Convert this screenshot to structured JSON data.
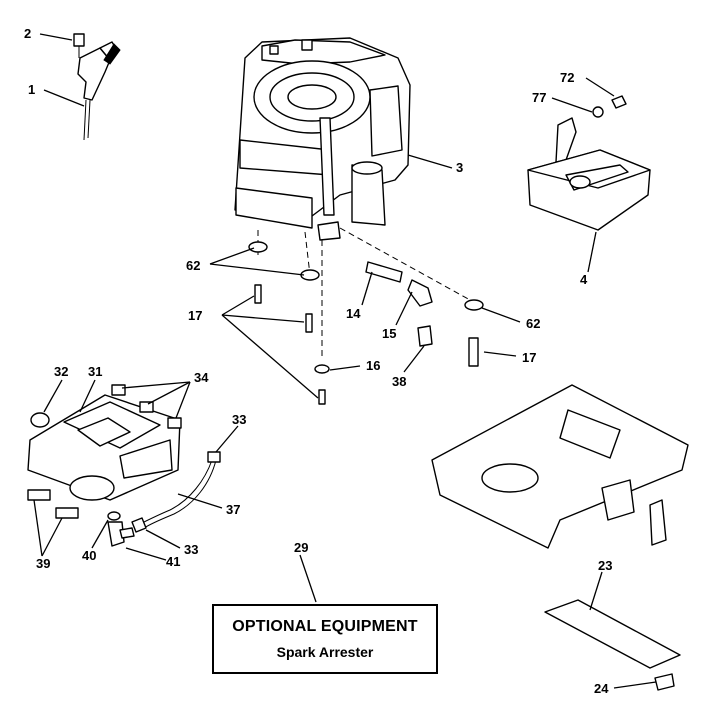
{
  "diagram": {
    "callouts": [
      {
        "id": "c2",
        "text": "2"
      },
      {
        "id": "c1",
        "text": "1"
      },
      {
        "id": "c3",
        "text": "3"
      },
      {
        "id": "c72",
        "text": "72"
      },
      {
        "id": "c77",
        "text": "77"
      },
      {
        "id": "c4",
        "text": "4"
      },
      {
        "id": "c62a",
        "text": "62"
      },
      {
        "id": "c17a",
        "text": "17"
      },
      {
        "id": "c14",
        "text": "14"
      },
      {
        "id": "c15",
        "text": "15"
      },
      {
        "id": "c62b",
        "text": "62"
      },
      {
        "id": "c16",
        "text": "16"
      },
      {
        "id": "c38",
        "text": "38"
      },
      {
        "id": "c17b",
        "text": "17"
      },
      {
        "id": "c32",
        "text": "32"
      },
      {
        "id": "c31",
        "text": "31"
      },
      {
        "id": "c34",
        "text": "34"
      },
      {
        "id": "c33a",
        "text": "33"
      },
      {
        "id": "c37",
        "text": "37"
      },
      {
        "id": "c39",
        "text": "39"
      },
      {
        "id": "c40",
        "text": "40"
      },
      {
        "id": "c41",
        "text": "41"
      },
      {
        "id": "c33b",
        "text": "33"
      },
      {
        "id": "c29",
        "text": "29"
      },
      {
        "id": "c23",
        "text": "23"
      },
      {
        "id": "c24",
        "text": "24"
      }
    ],
    "optional_box": {
      "title": "OPTIONAL EQUIPMENT",
      "subtitle": "Spark Arrester"
    }
  }
}
